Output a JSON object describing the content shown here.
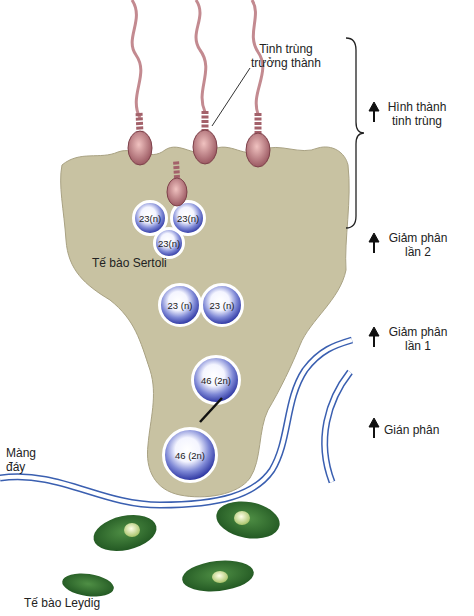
{
  "diagram": {
    "nodes": [
      {
        "text": [
          "Tế bào Sertoli"
        ]
      },
      {
        "text": [
          "23(n)"
        ],
        "in": 0
      },
      {
        "text": [
          "23(n)"
        ],
        "in": 0
      },
      {
        "text": [
          "23(n)"
        ],
        "in": 0
      },
      {
        "text": [
          "23 (n)"
        ],
        "in": 0
      },
      {
        "text": [
          "23 (n)"
        ],
        "in": 0
      },
      {
        "text": [
          "46 (2n)"
        ],
        "in": 0
      },
      {
        "text": [
          "46 (2n)"
        ],
        "in": 0
      }
    ],
    "labels": [
      "Tinh trùng trưởng thành",
      "Hình thành tinh trùng",
      "Giảm phân lần 2",
      "Giảm phân lần 1",
      "Gián phân",
      "Màng đáy",
      "Tế bào Leydig"
    ]
  }
}
